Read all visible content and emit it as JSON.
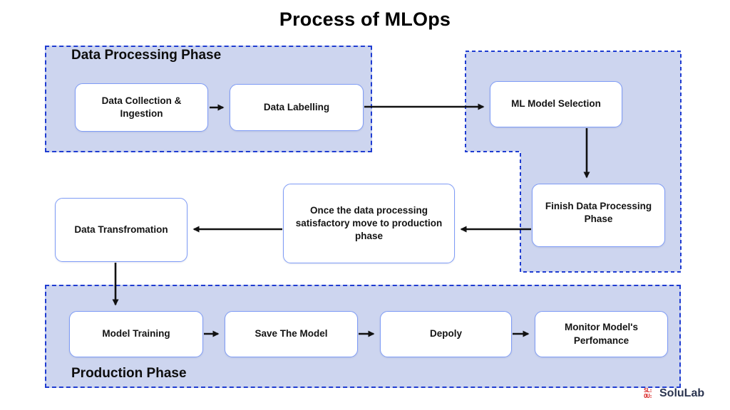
{
  "title": "Process of MLOps",
  "regions": {
    "data_processing": {
      "label": "Data Processing Phase"
    },
    "production": {
      "label": "Production Phase"
    }
  },
  "nodes": {
    "data_collection": {
      "label": "Data Collection & Ingestion"
    },
    "data_labelling": {
      "label": "Data Labelling"
    },
    "ml_model_selection": {
      "label": "ML Model Selection"
    },
    "finish_data_processing": {
      "label": "Finish Data Processing Phase"
    },
    "move_to_production_note": {
      "label": "Once the data processing satisfactory move to production phase"
    },
    "data_transformation": {
      "label": "Data Transfromation"
    },
    "model_training": {
      "label": "Model Training"
    },
    "save_the_model": {
      "label": "Save The Model"
    },
    "deploy": {
      "label": "Depoly"
    },
    "monitor_performance": {
      "label": "Monitor Model's Perfomance"
    }
  },
  "edges": [
    {
      "from": "data_collection",
      "to": "data_labelling"
    },
    {
      "from": "data_labelling",
      "to": "ml_model_selection"
    },
    {
      "from": "ml_model_selection",
      "to": "finish_data_processing"
    },
    {
      "from": "finish_data_processing",
      "to": "move_to_production_note"
    },
    {
      "from": "move_to_production_note",
      "to": "data_transformation"
    },
    {
      "from": "data_transformation",
      "to": "model_training"
    },
    {
      "from": "model_training",
      "to": "save_the_model"
    },
    {
      "from": "save_the_model",
      "to": "deploy"
    },
    {
      "from": "deploy",
      "to": "monitor_performance"
    }
  ],
  "logo": {
    "icon": "solulab-pixel-mark",
    "icon_row1": "SL:",
    "icon_row2": "OU:",
    "text": "SoluLab"
  },
  "colors": {
    "region_fill": "#cdd5ef",
    "region_border": "#1f3cd1",
    "node_border": "#7f9cf6",
    "arrow": "#111111",
    "title_text": "#000000",
    "logo_text": "#2b3550",
    "logo_accent": "#d92b2b"
  }
}
